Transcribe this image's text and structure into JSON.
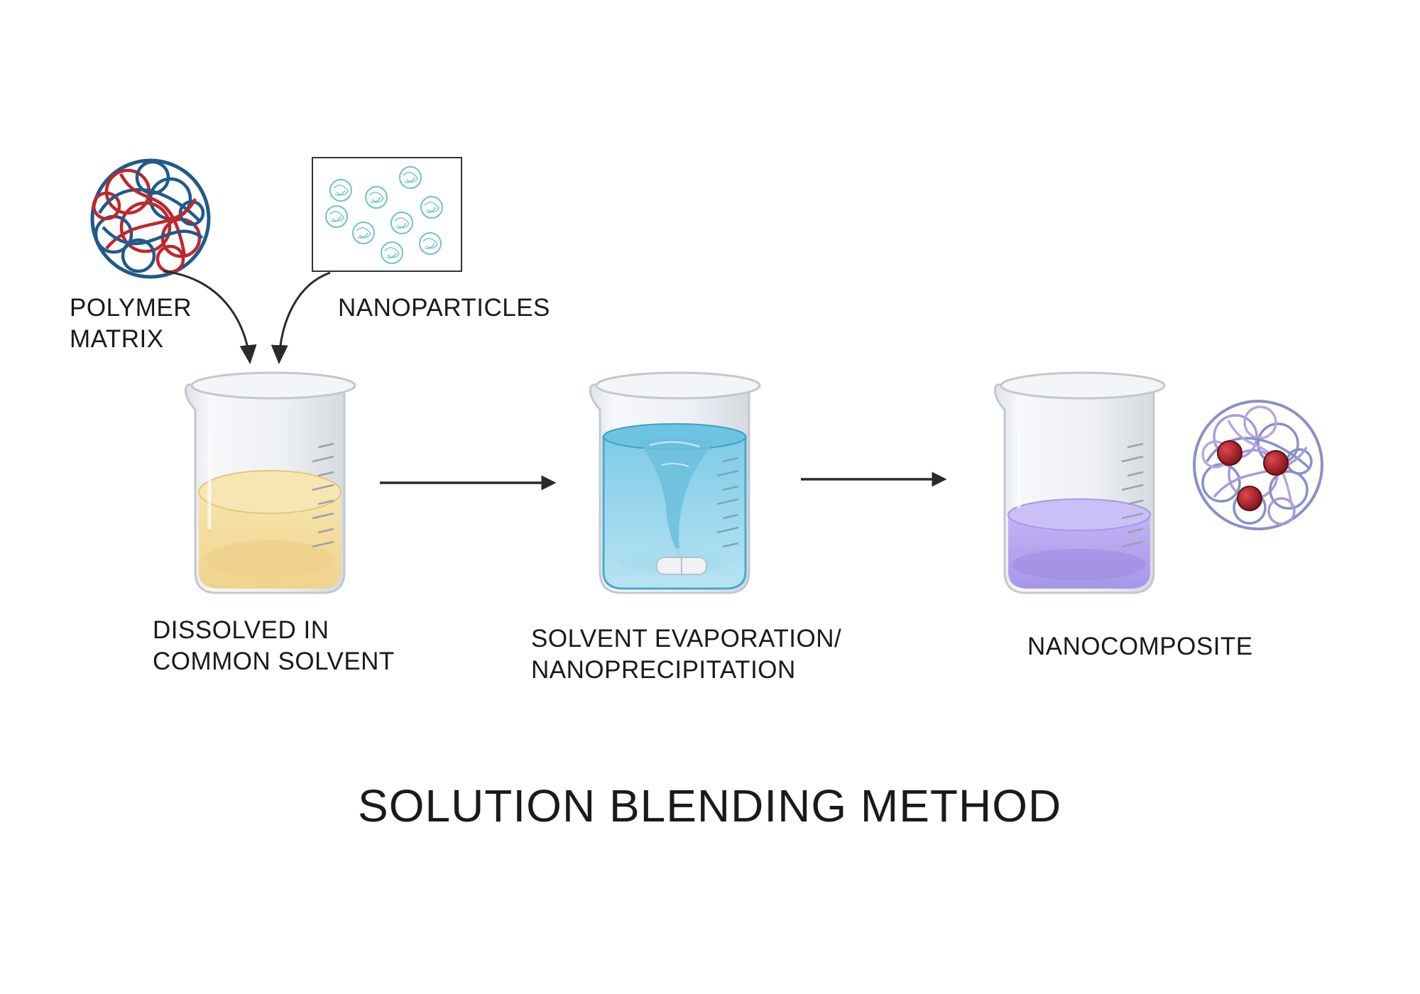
{
  "labels": {
    "polymer_line1": "POLYMER",
    "polymer_line2": "MATRIX",
    "nanoparticles": "NANOPARTICLES",
    "dissolved_line1": "DISSOLVED IN",
    "dissolved_line2": "COMMON SOLVENT",
    "evaporation_line1": "SOLVENT EVAPORATION/",
    "evaporation_line2": "NANOPRECIPITATION",
    "nanocomposite": "NANOCOMPOSITE"
  },
  "title": "SOLUTION BLENDING METHOD",
  "colors": {
    "polymer_red": "#c0262d",
    "polymer_blue": "#1f5a8a",
    "nanoparticle_teal": "#6cc4c6",
    "solvent_yellow": "#f3dca0",
    "solvent_blue": "#8fd0e8",
    "solution_purple": "#b9aaf0",
    "composite_lavender": "#9d8fd6",
    "particle_red": "#b0242b",
    "arrow": "#2a2a2a"
  },
  "icons": {
    "polymer": "polymer-matrix-icon",
    "nanoparticles": "nanoparticle-cluster-icon",
    "beaker": "beaker-icon",
    "stir_bar": "stir-bar-icon",
    "vortex": "vortex-icon",
    "nanocomposite": "nanocomposite-particle-icon"
  }
}
